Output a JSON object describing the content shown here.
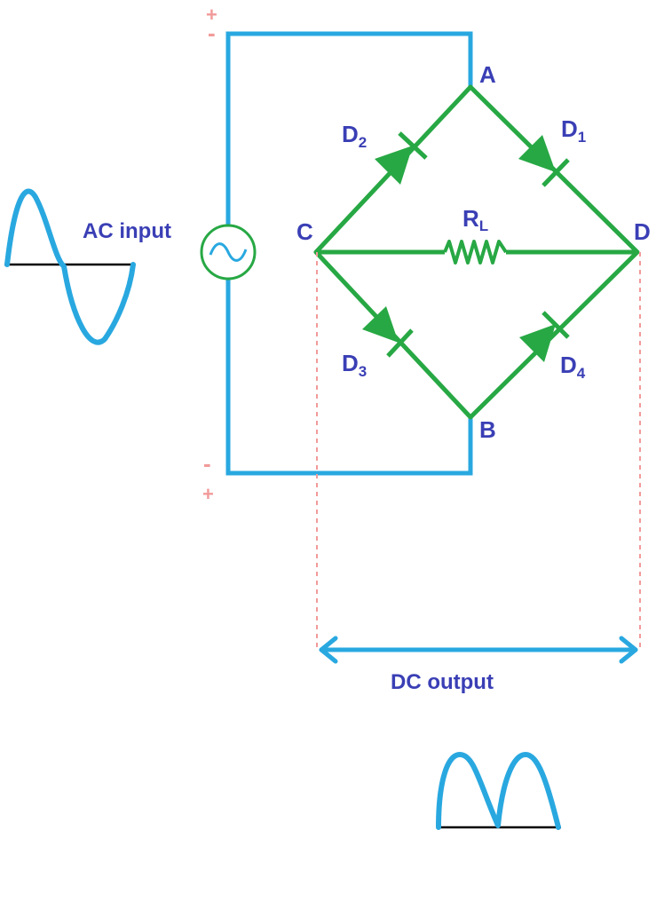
{
  "colors": {
    "wire": "#29a8e0",
    "bridge": "#27a844",
    "label": "#3a3fb5",
    "guide": "#f29a9a",
    "axis": "#000000"
  },
  "labels": {
    "ac_input": "AC input",
    "dc_output": "DC output",
    "node_a": "A",
    "node_b": "B",
    "node_c": "C",
    "node_d": "D",
    "d1_letter": "D",
    "d1_sub": "1",
    "d2_letter": "D",
    "d2_sub": "2",
    "d3_letter": "D",
    "d3_sub": "3",
    "d4_letter": "D",
    "d4_sub": "4",
    "rl_letter": "R",
    "rl_sub": "L"
  },
  "polarity": {
    "top_plus": "+",
    "top_minus": "-",
    "bottom_minus": "-",
    "bottom_plus": "+"
  },
  "icons": {
    "ac_source": "ac-source-icon",
    "input_wave": "sine-wave-icon",
    "output_wave": "rectified-wave-icon"
  }
}
